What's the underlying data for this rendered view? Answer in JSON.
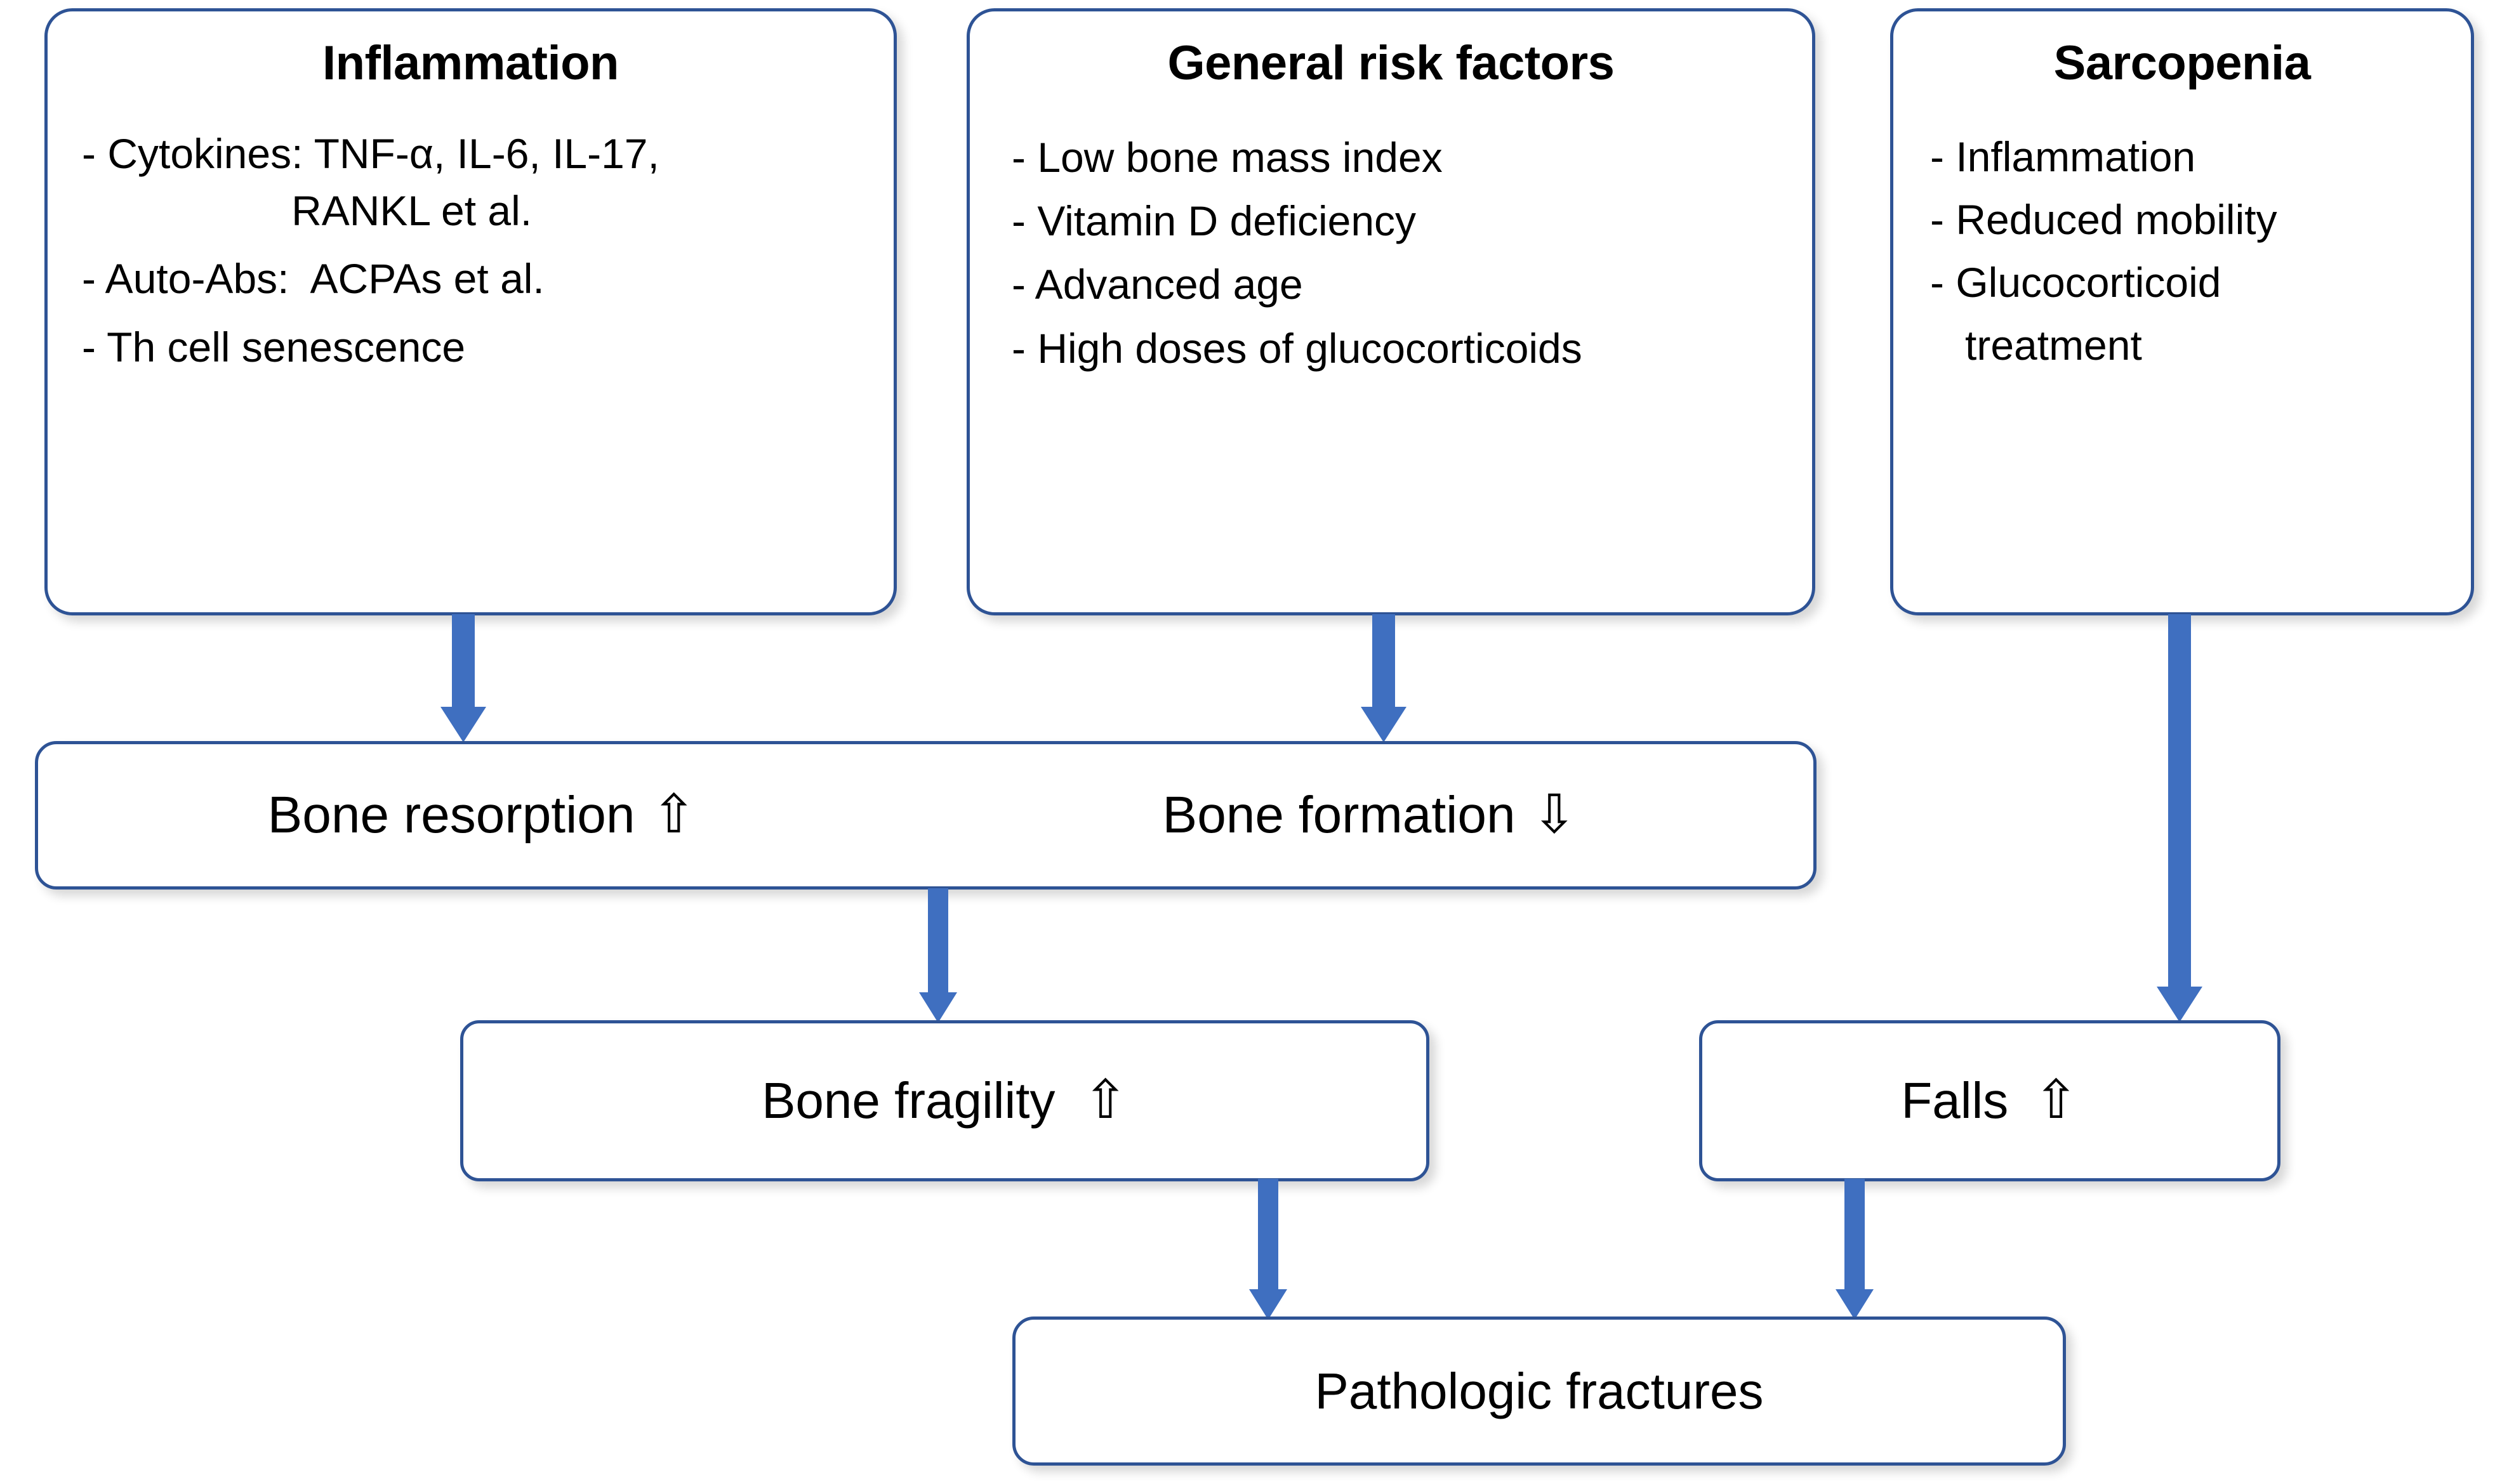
{
  "diagram": {
    "title_implicit": "Pathogenesis of bone fragility and pathologic fractures",
    "accent_arrow_color": "#3F6FC0",
    "box_border_color": "#2E5395",
    "background_color": "#FFFFFF"
  },
  "nodes": {
    "inflammation": {
      "title": "Inflammation",
      "bullets": [
        "- Cytokines: TNF-α, IL-6, IL-17,",
        "                  RANKL et al.",
        "- Auto-Abs:  ACPAs et al.",
        "- Th cell senescence"
      ]
    },
    "general_risk_factors": {
      "title": "General risk factors",
      "bullets": [
        "- Low bone mass index",
        "- Vitamin D deficiency",
        "- Advanced age",
        "- High doses of glucocorticoids"
      ]
    },
    "sarcopenia": {
      "title": "Sarcopenia",
      "bullets": [
        "- Inflammation",
        "- Reduced mobility",
        "- Glucocorticoid",
        "   treatment"
      ]
    },
    "bone_turnover_bar": {
      "left_label": "Bone resorption",
      "left_arrow": "⇧",
      "right_label": "Bone formation",
      "right_arrow": "⇩"
    },
    "bone_fragility": {
      "label": "Bone fragility",
      "arrow": "⇧"
    },
    "falls": {
      "label": "Falls",
      "arrow": "⇧"
    },
    "pathologic_fractures": {
      "label": "Pathologic fractures"
    }
  },
  "connectors": [
    {
      "name": "inflammation-to-bone-turnover",
      "from": "inflammation",
      "to": "bone_turnover_bar"
    },
    {
      "name": "risk-factors-to-bone-turnover",
      "from": "general_risk_factors",
      "to": "bone_turnover_bar"
    },
    {
      "name": "sarcopenia-to-falls",
      "from": "sarcopenia",
      "to": "falls"
    },
    {
      "name": "bone-turnover-to-bone-fragility",
      "from": "bone_turnover_bar",
      "to": "bone_fragility"
    },
    {
      "name": "bone-fragility-to-pathologic-fractures",
      "from": "bone_fragility",
      "to": "pathologic_fractures"
    },
    {
      "name": "falls-to-pathologic-fractures",
      "from": "falls",
      "to": "pathologic_fractures"
    }
  ]
}
